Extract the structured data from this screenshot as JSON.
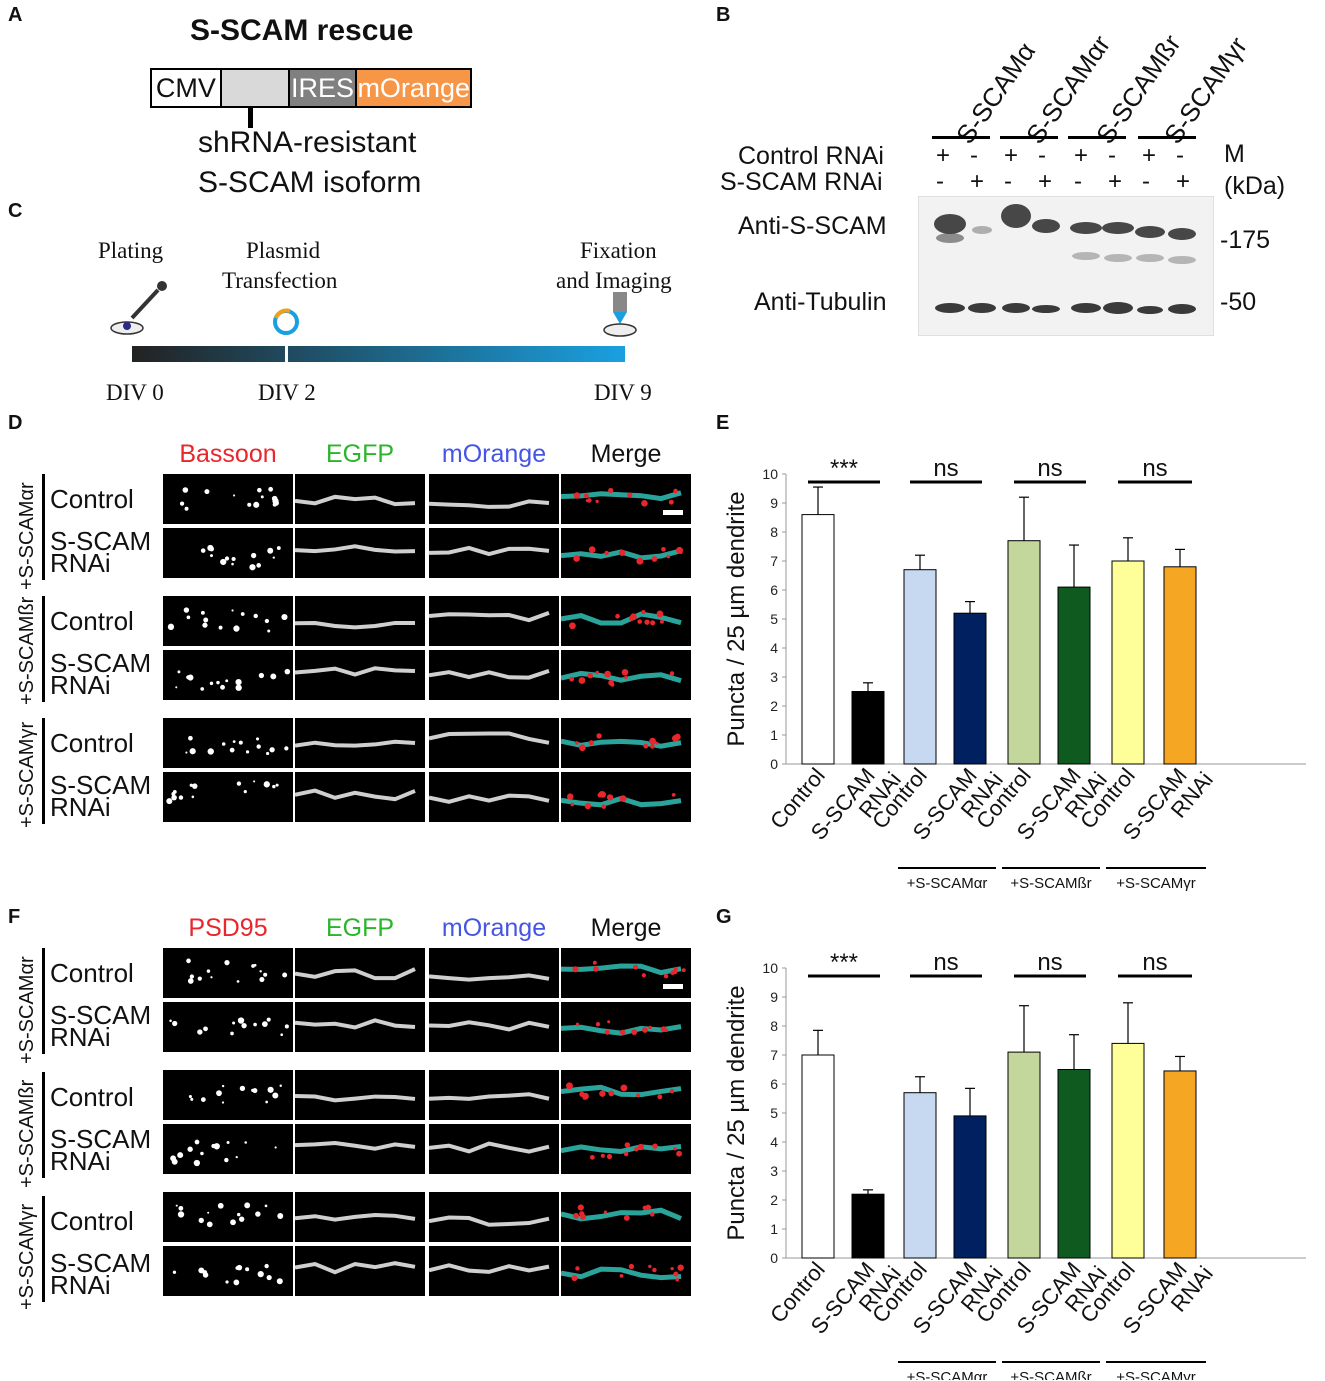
{
  "panels": {
    "A": "A",
    "B": "B",
    "C": "C",
    "D": "D",
    "E": "E",
    "F": "F",
    "G": "G"
  },
  "panelA": {
    "title": "S-SCAM rescue",
    "segments": [
      "CMV",
      "",
      "IRES",
      "mOrange"
    ],
    "caption_line1": "shRNA-resistant",
    "caption_line2": "S-SCAM isoform",
    "colors": {
      "cmv": "#ffffff",
      "insert": "#d9d9d9",
      "ires": "#808080",
      "morange": "#f79646"
    }
  },
  "panelB": {
    "lanes_headers": [
      "S-SCAMα",
      "S-SCAMαr",
      "S-SCAMßr",
      "S-SCAMγr"
    ],
    "row1_label": "Control RNAi",
    "row2_label": "S-SCAM RNAi",
    "row1_signs": [
      "+",
      "-",
      "+",
      "-",
      "+",
      "-",
      "+",
      "-"
    ],
    "row2_signs": [
      "-",
      "+",
      "-",
      "+",
      "-",
      "+",
      "-",
      "+"
    ],
    "m_label": "M",
    "kda_label": "(kDa)",
    "band1_label": "Anti-S-SCAM",
    "band2_label": "Anti-Tubulin",
    "marker1": "-175",
    "marker2": "-50"
  },
  "panelC": {
    "steps": [
      {
        "label1": "Plating",
        "label2": "",
        "day": "DIV 0"
      },
      {
        "label1": "Plasmid",
        "label2": "Transfection",
        "day": "DIV 2"
      },
      {
        "label1": "Fixation",
        "label2": "and Imaging",
        "day": "DIV 9"
      }
    ]
  },
  "panelD": {
    "channels": [
      "Bassoon",
      "EGFP",
      "mOrange",
      "Merge"
    ],
    "channel_colors": [
      "#e8262b",
      "#2bb52b",
      "#4455e6",
      "#111111"
    ],
    "groups": [
      "+S-SCAMαr",
      "+S-SCAMßr",
      "+S-SCAMγr"
    ],
    "row_top": "Control",
    "row_bottom_1": "S-SCAM",
    "row_bottom_2": "RNAi"
  },
  "panelF": {
    "channels": [
      "PSD95",
      "EGFP",
      "mOrange",
      "Merge"
    ],
    "channel_colors": [
      "#e8262b",
      "#2bb52b",
      "#4455e6",
      "#111111"
    ],
    "groups": [
      "+S-SCAMαr",
      "+S-SCAMßr",
      "+S-SCAMγr"
    ],
    "row_top": "Control",
    "row_bottom_1": "S-SCAM",
    "row_bottom_2": "RNAi"
  },
  "chart_data": [
    {
      "id": "E",
      "type": "bar",
      "ylabel": "Puncta / 25 µm dendrite",
      "ylim": [
        0,
        10
      ],
      "yticks": [
        0,
        1,
        2,
        3,
        4,
        5,
        6,
        7,
        8,
        9,
        10
      ],
      "categories": [
        "Control",
        "S-SCAM RNAi",
        "Control",
        "S-SCAM RNAi",
        "Control",
        "S-SCAM RNAi",
        "Control",
        "S-SCAM RNAi"
      ],
      "values": [
        8.6,
        2.5,
        6.7,
        5.2,
        7.7,
        6.1,
        7.0,
        6.8
      ],
      "errors": [
        0.95,
        0.3,
        0.5,
        0.4,
        1.5,
        1.45,
        0.8,
        0.6
      ],
      "colors": [
        "#ffffff",
        "#000000",
        "#c6d9f1",
        "#002060",
        "#c3d69b",
        "#0f5a1f",
        "#ffff99",
        "#f5a623"
      ],
      "groups": [
        "+S-SCAMαr",
        "+S-SCAMßr",
        "+S-SCAMγr"
      ],
      "significance": [
        "***",
        "ns",
        "ns",
        "ns"
      ]
    },
    {
      "id": "G",
      "type": "bar",
      "ylabel": "Puncta / 25 µm dendrite",
      "ylim": [
        0,
        10
      ],
      "yticks": [
        0,
        1,
        2,
        3,
        4,
        5,
        6,
        7,
        8,
        9,
        10
      ],
      "categories": [
        "Control",
        "S-SCAM RNAi",
        "Control",
        "S-SCAM RNAi",
        "Control",
        "S-SCAM RNAi",
        "Control",
        "S-SCAM RNAi"
      ],
      "values": [
        7.0,
        2.2,
        5.7,
        4.9,
        7.1,
        6.5,
        7.4,
        6.45
      ],
      "errors": [
        0.85,
        0.15,
        0.55,
        0.95,
        1.6,
        1.2,
        1.4,
        0.5
      ],
      "colors": [
        "#ffffff",
        "#000000",
        "#c6d9f1",
        "#002060",
        "#c3d69b",
        "#0f5a1f",
        "#ffff99",
        "#f5a623"
      ],
      "groups": [
        "+S-SCAMαr",
        "+S-SCAMßr",
        "+S-SCAMγr"
      ],
      "significance": [
        "***",
        "ns",
        "ns",
        "ns"
      ]
    }
  ]
}
